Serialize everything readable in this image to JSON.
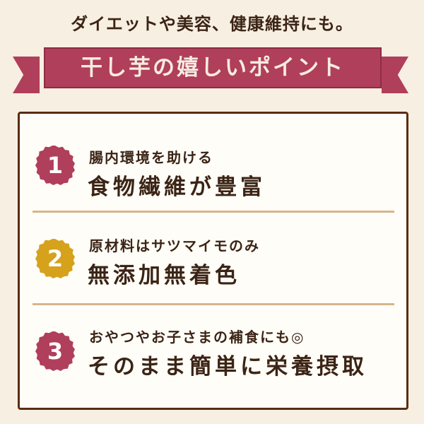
{
  "tagline": "ダイエットや美容、健康維持にも。",
  "ribbon_title": "干し芋の嬉しいポイント",
  "colors": {
    "background": "#f7efe2",
    "ribbon": "#b03f5b",
    "badge_red": "#b03f5b",
    "badge_gold": "#d6a21c",
    "text": "#3b2415",
    "divider": "#d8b48c"
  },
  "points": [
    {
      "number": "1",
      "subtitle": "腸内環境を助ける",
      "title": "食物繊維が豊富",
      "badge_color": "#b03f5b"
    },
    {
      "number": "2",
      "subtitle": "原材料はサツマイモのみ",
      "title": "無添加無着色",
      "badge_color": "#d6a21c"
    },
    {
      "number": "3",
      "subtitle": "おやつやお子さまの補食にも◎",
      "title": "そのまま簡単に栄養摂取",
      "badge_color": "#b03f5b"
    }
  ]
}
